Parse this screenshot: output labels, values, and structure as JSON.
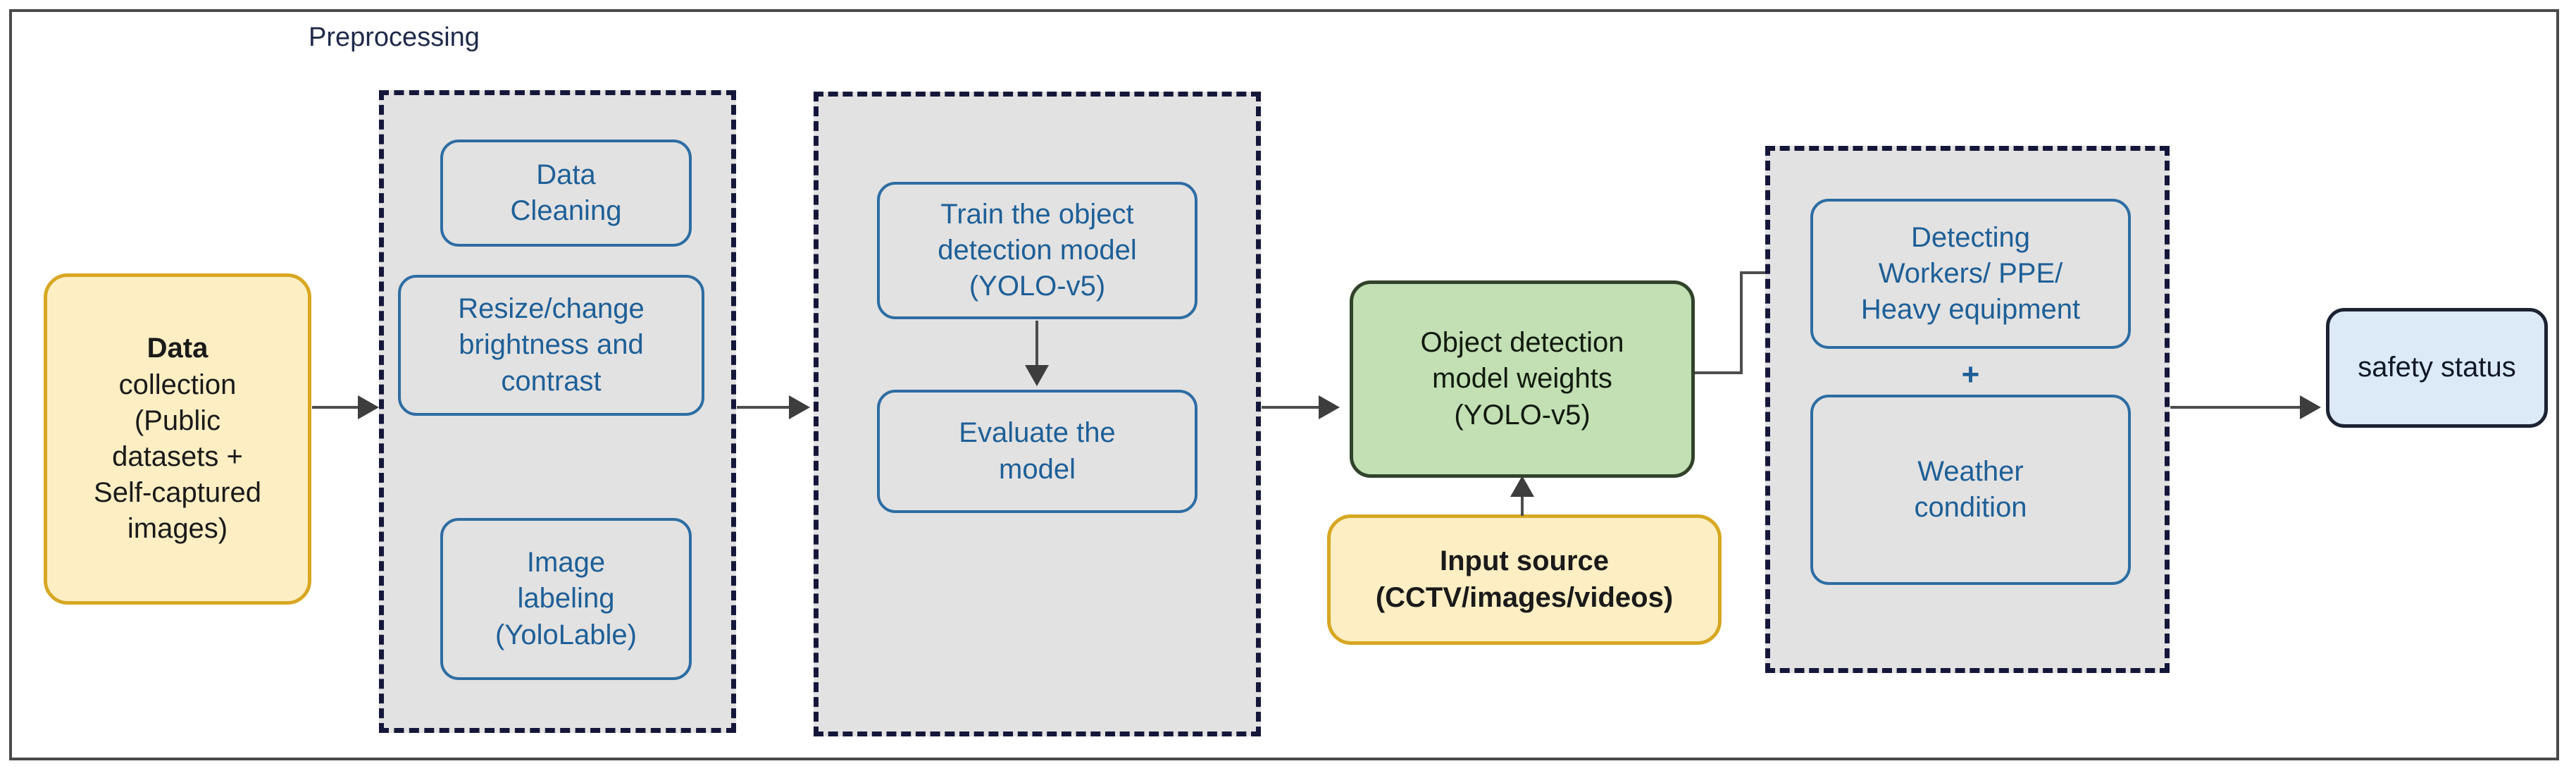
{
  "diagram": {
    "title_label": "Preprocessing",
    "colors": {
      "frame": "#4a4a4a",
      "group_fill": "#e2e2e2",
      "group_border": "#15173a",
      "blue_node_border": "#2d6da3",
      "blue_node_text": "#1e5f97",
      "yellow_fill": "#fdeec3",
      "yellow_border": "#d8a722",
      "green_fill": "#c2e0b4",
      "green_border": "#31432a",
      "lightblue_fill": "#dce9f7",
      "lightblue_border": "#1c2333",
      "connector": "#4d4d4d"
    },
    "nodes": {
      "data_collection": {
        "line1": "Data",
        "line2": "collection",
        "line3": "(Public",
        "line4": "datasets +",
        "line5": "Self-captured",
        "line6": "images)"
      },
      "data_cleaning": {
        "line1": "Data",
        "line2": "Cleaning"
      },
      "resize_brightness": {
        "line1": "Resize/change",
        "line2": "brightness and",
        "line3": "contrast"
      },
      "image_labeling": {
        "line1": "Image",
        "line2": "labeling",
        "line3": "(YoloLable)"
      },
      "train_model": {
        "line1": "Train the object",
        "line2": "detection model",
        "line3": "(YOLO-v5)"
      },
      "evaluate_model": {
        "line1": "Evaluate the",
        "line2": "model"
      },
      "model_weights": {
        "line1": "Object detection",
        "line2": "model weights",
        "line3": "(YOLO-v5)"
      },
      "input_source": {
        "line1": "Input source",
        "line2": "(CCTV/images/videos)"
      },
      "detecting": {
        "line1": "Detecting",
        "line2": "Workers/ PPE/",
        "line3": "Heavy equipment"
      },
      "weather_condition": {
        "line1": "Weather",
        "line2": "condition"
      },
      "safety_status": {
        "line1": "safety status"
      }
    },
    "operators": {
      "plus": "+"
    }
  }
}
